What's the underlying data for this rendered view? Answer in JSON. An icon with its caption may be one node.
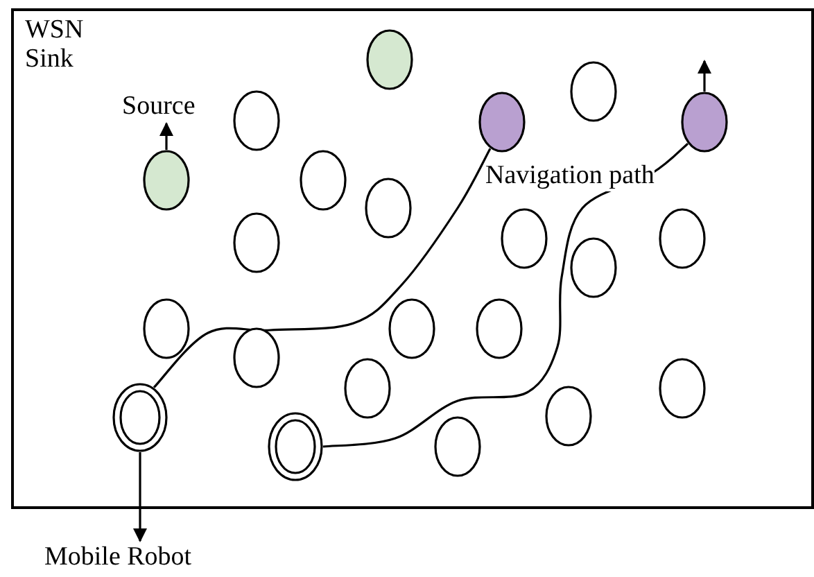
{
  "diagram": {
    "nodes": [
      {
        "text": [],
        "shape": "ellipse"
      },
      {
        "text": [],
        "shape": "ellipse"
      },
      {
        "text": [],
        "shape": "ellipse"
      },
      {
        "text": [],
        "shape": "ellipse"
      },
      {
        "text": [],
        "shape": "ellipse"
      },
      {
        "text": [],
        "shape": "ellipse"
      },
      {
        "text": [],
        "shape": "ellipse"
      },
      {
        "text": [],
        "shape": "ellipse"
      },
      {
        "text": [],
        "shape": "ellipse"
      },
      {
        "text": [],
        "shape": "ellipse"
      },
      {
        "text": [],
        "shape": "ellipse"
      },
      {
        "text": [],
        "shape": "ellipse"
      },
      {
        "text": [],
        "shape": "ellipse"
      },
      {
        "text": [],
        "shape": "ellipse"
      },
      {
        "text": [],
        "shape": "ellipse"
      },
      {
        "text": [],
        "shape": "ellipse"
      },
      {
        "text": [],
        "shape": "ellipse"
      },
      {
        "text": [],
        "shape": "ellipse"
      },
      {
        "text": [],
        "shape": "ellipse"
      },
      {
        "text": [],
        "shape": "ring"
      },
      {
        "text": [],
        "shape": "ring"
      },
      {
        "text": [],
        "shape": "ellipse"
      },
      {
        "text": [
          "Source"
        ]
      },
      {
        "text": [
          "Mobile Robot"
        ]
      }
    ],
    "edges": [
      {
        "from": 5,
        "to": 22,
        "arrow": "to"
      },
      {
        "from": 4,
        "to": null,
        "arrow": "to"
      },
      {
        "from": 19,
        "to": 23,
        "arrow": "to"
      },
      {
        "from": 19,
        "to": 3,
        "arrow": "none"
      },
      {
        "from": 20,
        "to": 4,
        "arrow": "none"
      }
    ],
    "labels": [
      "WSN",
      "Sink",
      "Navigation path"
    ]
  }
}
